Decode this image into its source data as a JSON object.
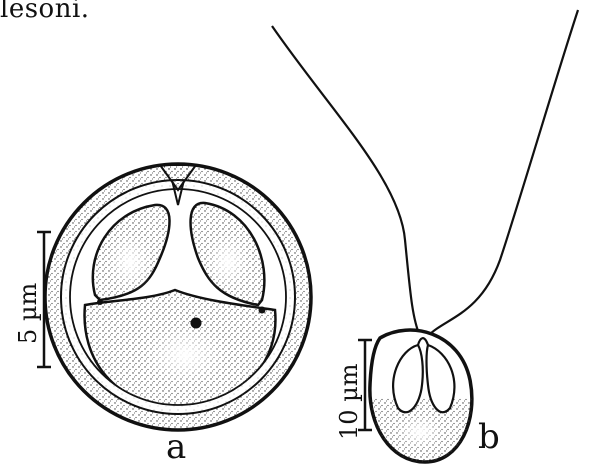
{
  "top_fragment": "lesoni.",
  "panel_a": {
    "label": "a",
    "scale_bar": "5 µm"
  },
  "panel_b": {
    "label": "b",
    "scale_bar": "10 µm"
  },
  "colors": {
    "ink": "#111111",
    "paper": "#ffffff",
    "stipple": "#3a3a3a"
  }
}
